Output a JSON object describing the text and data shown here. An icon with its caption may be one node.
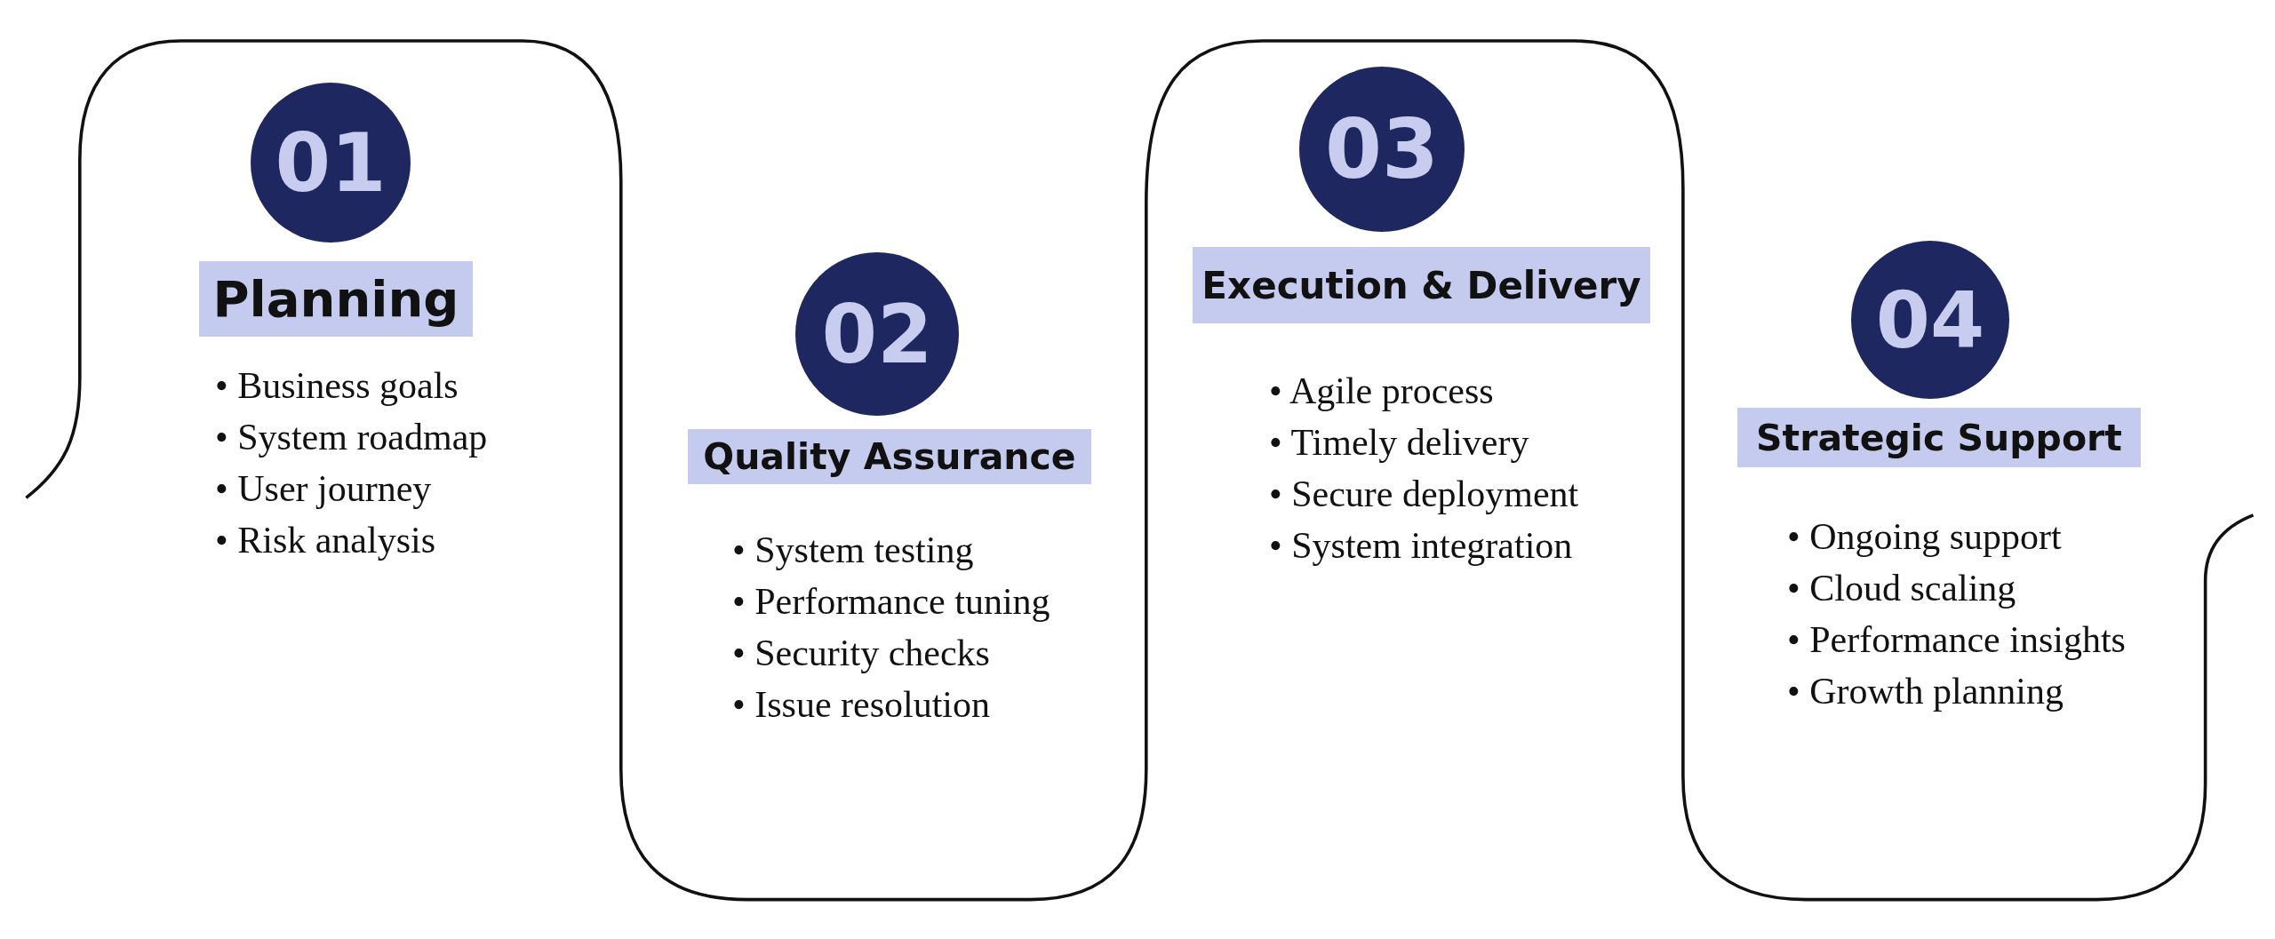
{
  "diagram": {
    "nodes": [
      {
        "text": [
          "01"
        ]
      },
      {
        "text": [
          "Planning"
        ]
      },
      {
        "text": [
          "02"
        ]
      },
      {
        "text": [
          "Quality Assurance"
        ]
      },
      {
        "text": [
          "03"
        ]
      },
      {
        "text": [
          "Execution & Delivery"
        ]
      },
      {
        "text": [
          "04"
        ]
      },
      {
        "text": [
          "Strategic Support"
        ]
      }
    ],
    "edges": [],
    "labels": [
      "• Business goals",
      "• System roadmap",
      "• User journey",
      "• Risk analysis",
      "• System testing",
      "• Performance tuning",
      "• Security checks",
      "• Issue resolution",
      "• Agile process",
      "• Timely delivery",
      "• Secure deployment",
      "• System integration",
      "• Ongoing support",
      "• Cloud scaling",
      "• Performance insights",
      "• Growth planning"
    ]
  }
}
